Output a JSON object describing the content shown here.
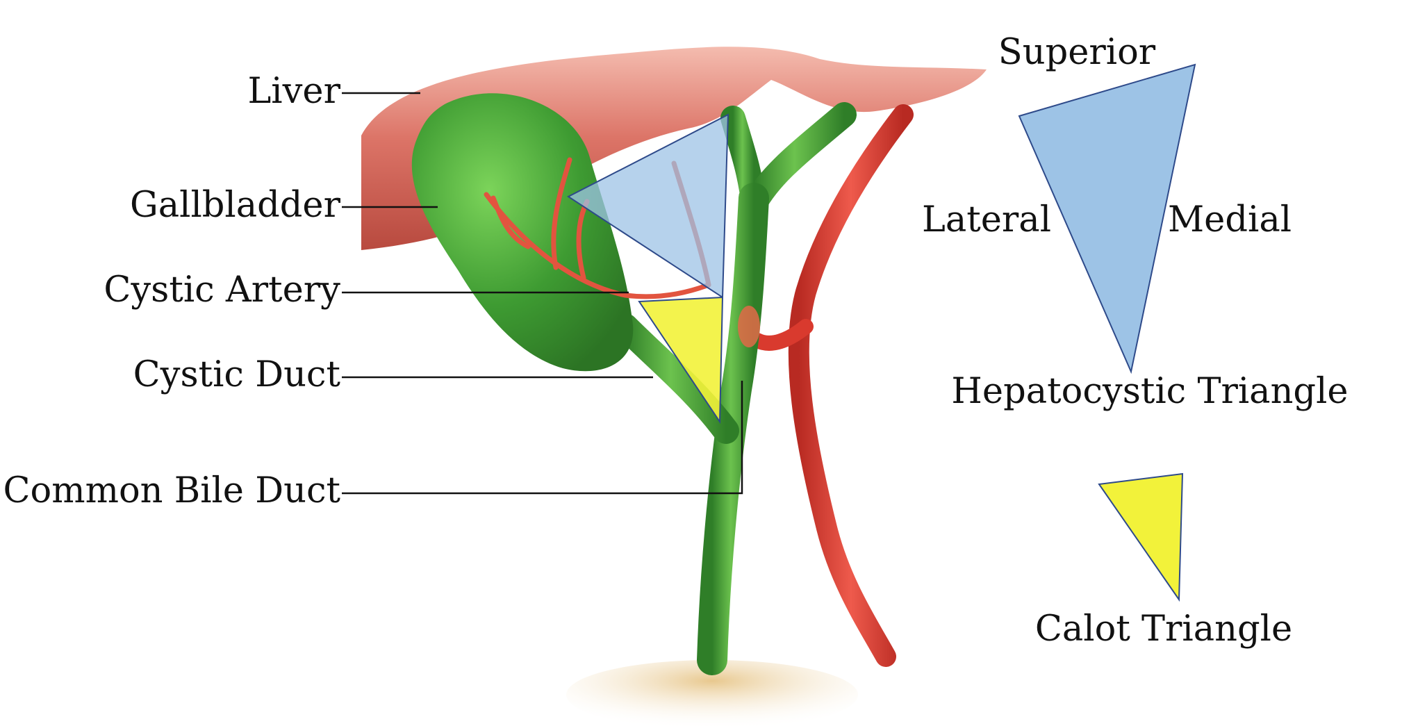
{
  "labels": {
    "liver": "Liver",
    "gallbladder": "Gallbladder",
    "cystic_artery": "Cystic Artery",
    "cystic_duct": "Cystic Duct",
    "common_bile_duct": "Common Bile Duct"
  },
  "legend": {
    "superior": "Superior",
    "lateral": "Lateral",
    "medial": "Medial",
    "hepatocystic_triangle": "Hepatocystic Triangle",
    "calot_triangle": "Calot Triangle"
  },
  "colors": {
    "hepatocystic_fill": "#9DC3E6",
    "calot_fill": "#F2F23A",
    "triangle_stroke": "#2E4A8A",
    "duct_green": "#4FA63A",
    "artery_red": "#D93A2E",
    "liver_red": "#C8463A",
    "leader_line": "#111111"
  }
}
